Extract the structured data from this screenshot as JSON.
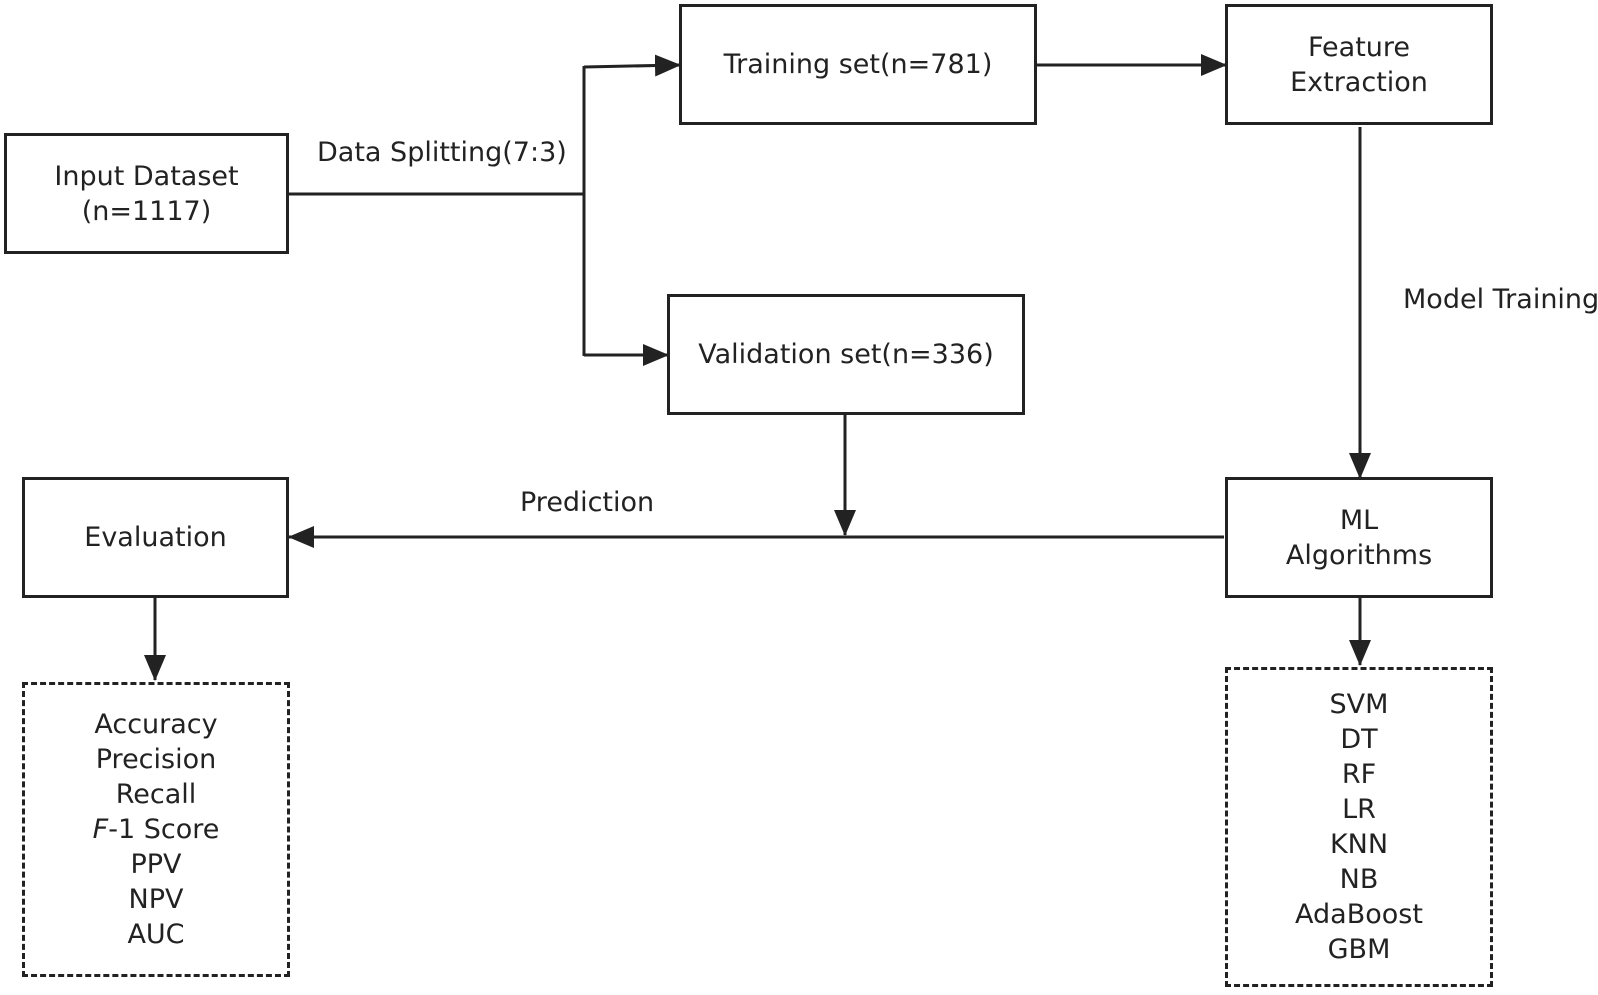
{
  "boxes": {
    "input_dataset": [
      "Input Dataset",
      "(n=1117)"
    ],
    "training_set": [
      "Training set(n=781)"
    ],
    "validation_set": [
      "Validation set(n=336)"
    ],
    "feature_extraction": [
      "Feature",
      "Extraction"
    ],
    "ml_algorithms": [
      "ML",
      "Algorithms"
    ],
    "evaluation": [
      "Evaluation"
    ]
  },
  "metrics": {
    "items": [
      "Accuracy",
      "Precision",
      "Recall",
      "F-1 Score",
      "PPV",
      "NPV",
      "AUC"
    ],
    "f1": {
      "prefix": "F",
      "suffix": "-1 Score"
    }
  },
  "algorithms": {
    "items": [
      "SVM",
      "DT",
      "RF",
      "LR",
      "KNN",
      "NB",
      "AdaBoost",
      "GBM"
    ]
  },
  "edge_labels": {
    "data_splitting": "Data Splitting(7:3)",
    "model_training": "Model Training",
    "prediction": "Prediction"
  },
  "colors": {
    "stroke": "#222222",
    "background": "#ffffff"
  }
}
